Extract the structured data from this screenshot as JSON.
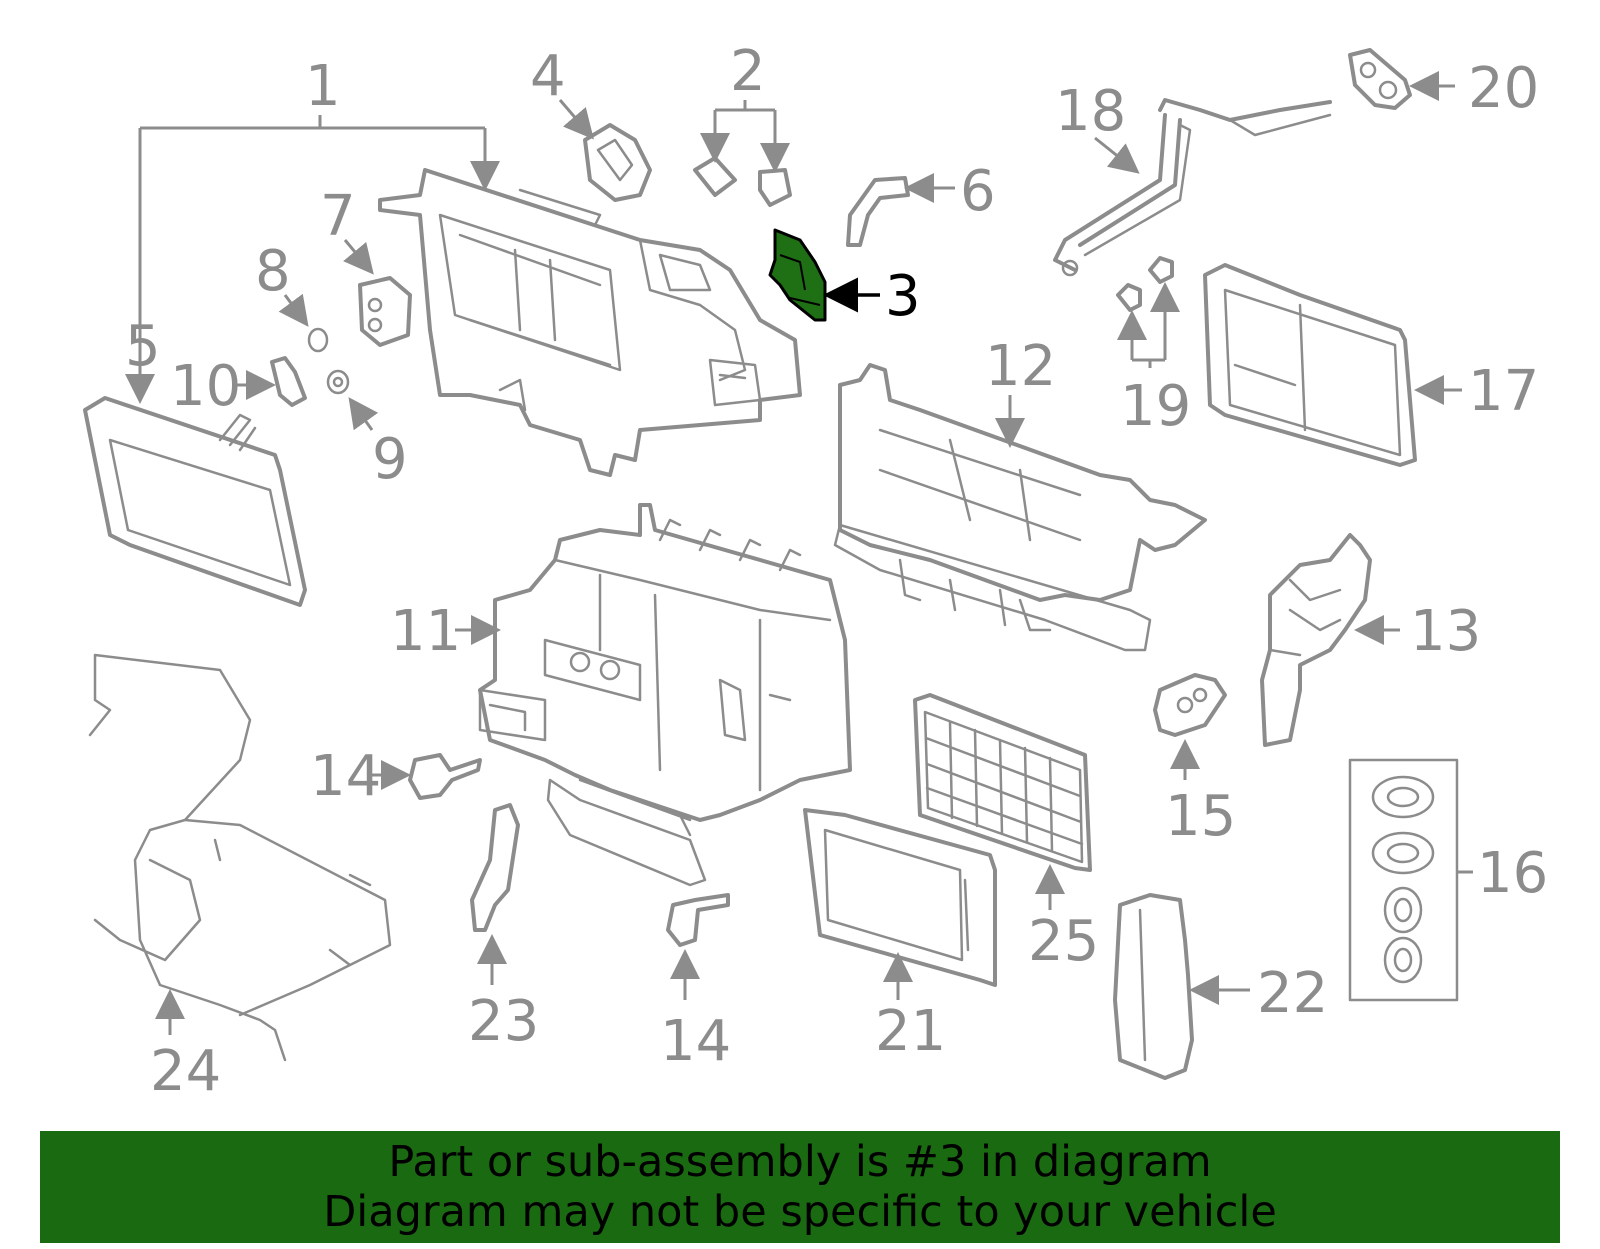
{
  "diagram": {
    "highlighted_part": "3",
    "highlight_color": "#1f6f14",
    "callouts": [
      "1",
      "2",
      "3",
      "4",
      "5",
      "6",
      "7",
      "8",
      "9",
      "10",
      "11",
      "12",
      "13",
      "14",
      "15",
      "16",
      "17",
      "18",
      "19",
      "20",
      "21",
      "22",
      "23",
      "24",
      "25"
    ],
    "callout_14_second": "14"
  },
  "footer": {
    "background": "#1a6a12",
    "line1": "Part or sub-assembly is #3 in diagram",
    "line2": "Diagram may not be specific to your vehicle"
  }
}
